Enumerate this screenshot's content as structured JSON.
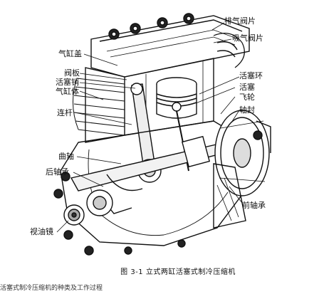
{
  "labels": {
    "exhaust_valve": "排气阀片",
    "intake_valve": "吸气阀片",
    "cylinder_cover": "气缸盖",
    "valve_plate": "阀板",
    "piston_pin": "活塞销",
    "cylinder_block": "气缸体",
    "piston_ring": "活塞环",
    "piston": "活塞",
    "flywheel": "飞轮",
    "shaft_seal": "轴封",
    "connecting_rod": "连杆",
    "crankshaft": "曲轴",
    "rear_bearing": "后轴承",
    "front_bearing": "前轴承",
    "sight_glass": "视油镜"
  },
  "caption": "图 3-1   立式两缸活塞式制冷压缩机",
  "bottom_text": "活塞式制冷压缩机的种类及工作过程"
}
